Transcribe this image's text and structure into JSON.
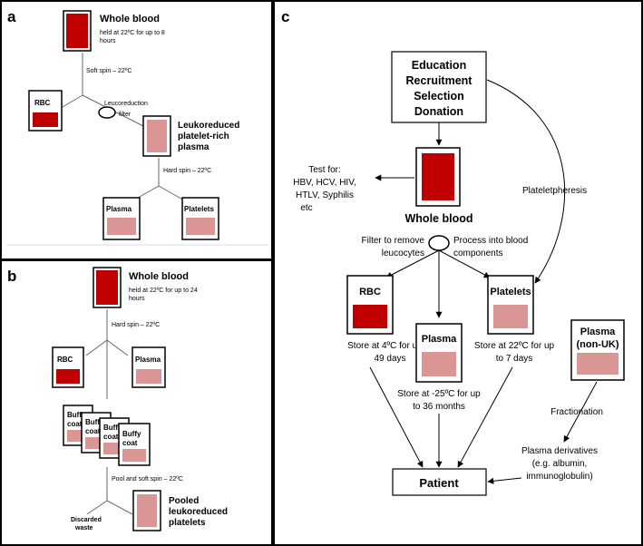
{
  "colors": {
    "rbc": "#c00000",
    "plasma_pink": "#d99694",
    "panel_border": "#000000",
    "line": "#555555"
  },
  "panel_a": {
    "label": "a",
    "whole_blood_title": "Whole blood",
    "whole_blood_desc_1": "held at 22ºC for up to 8",
    "whole_blood_desc_2": "hours",
    "soft_spin": "Soft spin – 22ºC",
    "rbc": "RBC",
    "leuco_filter_1": "Leucoreduction",
    "leuco_filter_2": "filter",
    "leuko_1": "Leukoreduced",
    "leuko_2": "platelet-rich",
    "leuko_3": "plasma",
    "hard_spin": "Hard spin – 22ºC",
    "plasma": "Plasma",
    "platelets": "Platelets"
  },
  "panel_b": {
    "label": "b",
    "whole_blood_title": "Whole blood",
    "whole_blood_desc_1": "held at 22ºC for up to 24",
    "whole_blood_desc_2": "hours",
    "hard_spin": "Hard spin – 22ºC",
    "rbc": "RBC",
    "plasma": "Plasma",
    "buffy_1": "Buffy",
    "buffy_1b": "coat",
    "buffy_2": "Buffy",
    "buffy_2b": "coat",
    "buffy_3": "Buffy",
    "buffy_3b": "coat",
    "buffy_4": "Buffy",
    "buffy_4b": "coat",
    "pool_spin": "Pool and soft spin – 22ºC",
    "discarded_1": "Discarded",
    "discarded_2": "waste",
    "pooled_1": "Pooled",
    "pooled_2": "leukoreduced",
    "pooled_3": "platelets"
  },
  "panel_c": {
    "label": "c",
    "edu_1": "Education",
    "edu_2": "Recruitment",
    "edu_3": "Selection",
    "edu_4": "Donation",
    "test_1": "Test for:",
    "test_2": "HBV, HCV, HIV,",
    "test_3": "HTLV, Syphilis",
    "test_4": "etc",
    "plateletpheresis": "Plateletpheresis",
    "whole_blood": "Whole blood",
    "filter_1": "Filter to remove",
    "filter_2": "leucocytes",
    "process_1": "Process into blood",
    "process_2": "components",
    "rbc": "RBC",
    "platelets": "Platelets",
    "plasma": "Plasma",
    "plasma_nonuk_1": "Plasma",
    "plasma_nonuk_2": "(non-UK)",
    "store_rbc_1": "Store at 4ºC for up to",
    "store_rbc_2": "49 days",
    "store_plt_1": "Store at 22ºC for up",
    "store_plt_2": "to 7 days",
    "store_plasma_1": "Store at -25ºC for up",
    "store_plasma_2": "to 36 months",
    "fractionation": "Fractionation",
    "derivatives_1": "Plasma derivatives",
    "derivatives_2": "(e.g. albumin,",
    "derivatives_3": "immunoglobulin)",
    "patient": "Patient"
  }
}
